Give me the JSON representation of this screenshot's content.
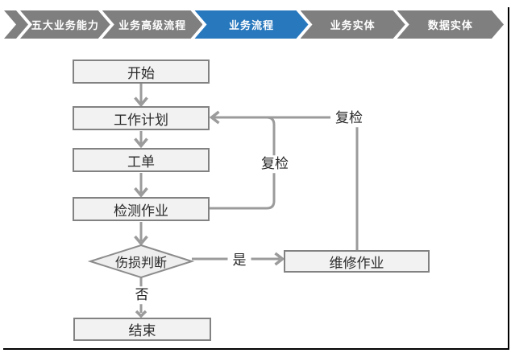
{
  "nav": {
    "active_color": "#2878be",
    "inactive_color": "#7f7f7f",
    "items": [
      {
        "label": "五大业务能力",
        "active": false
      },
      {
        "label": "业务高级流程",
        "active": false
      },
      {
        "label": "业务流程",
        "active": true
      },
      {
        "label": "业务实体",
        "active": false
      },
      {
        "label": "数据实体",
        "active": false
      }
    ]
  },
  "flowchart": {
    "line_color": "#9b9b9b",
    "node_fill": "#f2f2f2",
    "node_border": "#828282",
    "nodes": {
      "start": "开始",
      "plan": "工作计划",
      "order": "工单",
      "inspect": "检测作业",
      "decision": "伤损判断",
      "repair": "维修作业",
      "end": "结束"
    },
    "labels": {
      "recheck_top": "复检",
      "recheck_mid": "复检",
      "yes": "是",
      "no": "否"
    }
  }
}
